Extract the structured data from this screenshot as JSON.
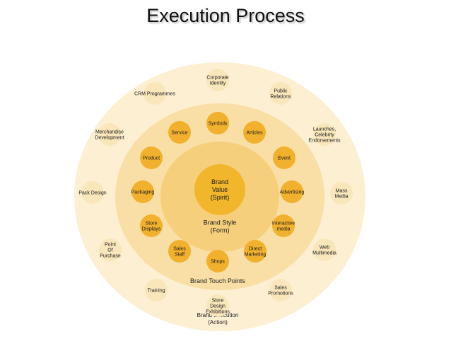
{
  "title": "Execution Process",
  "colors": {
    "outer_ring": "#fcefd2",
    "middle_ring": "#f9dfa6",
    "inner_ring": "#f6cf7c",
    "center_fill": "#f2b62c",
    "node_outer": "#fae6bb",
    "node_mid": "#f1b02e",
    "node_inner": "#f1b02e",
    "text": "#1a1a1a"
  },
  "center": {
    "lines": [
      "Brand",
      "Value",
      "(Spirit)"
    ]
  },
  "inner_label": {
    "lines": [
      "Brand Style",
      "(Form)"
    ]
  },
  "middle_label": {
    "lines": [
      "Brand Touch Points"
    ]
  },
  "outer_label": {
    "lines": [
      "Brand Execution",
      "(Action)"
    ]
  },
  "middle_nodes": [
    {
      "id": "symbols",
      "lines": [
        "Symbols"
      ]
    },
    {
      "id": "articles",
      "lines": [
        "Articles"
      ]
    },
    {
      "id": "event",
      "lines": [
        "Event"
      ]
    },
    {
      "id": "advertising",
      "lines": [
        "Advertising"
      ]
    },
    {
      "id": "interactive-media",
      "lines": [
        "Interactive",
        "media"
      ]
    },
    {
      "id": "direct-marketing",
      "lines": [
        "Direct",
        "Marketing"
      ]
    },
    {
      "id": "shops",
      "lines": [
        "Shops"
      ]
    },
    {
      "id": "sales-staff",
      "lines": [
        "Sales",
        "Staff"
      ]
    },
    {
      "id": "store-displays",
      "lines": [
        "Store",
        "Displays"
      ]
    },
    {
      "id": "packaging",
      "lines": [
        "Packaging"
      ]
    },
    {
      "id": "product",
      "lines": [
        "Product"
      ]
    },
    {
      "id": "service",
      "lines": [
        "Service"
      ]
    }
  ],
  "outer_nodes": [
    {
      "id": "corporate-identity",
      "lines": [
        "Corporate",
        "Identity"
      ]
    },
    {
      "id": "public-relations",
      "lines": [
        "Public",
        "Relations"
      ]
    },
    {
      "id": "launches",
      "lines": [
        "Launches,",
        "Celebrity",
        "Endorsements"
      ]
    },
    {
      "id": "mass-media",
      "lines": [
        "Mass",
        "Media"
      ]
    },
    {
      "id": "web-multimedia",
      "lines": [
        "Web",
        "Multimedia"
      ]
    },
    {
      "id": "sales-promotions",
      "lines": [
        "Sales",
        "Promotions"
      ]
    },
    {
      "id": "store-design-exhibitions",
      "lines": [
        "Store",
        "Design",
        "Exhibitions"
      ]
    },
    {
      "id": "training",
      "lines": [
        "Training"
      ]
    },
    {
      "id": "point-of-purchase",
      "lines": [
        "Point",
        "Of",
        "Purchase"
      ]
    },
    {
      "id": "pack-design",
      "lines": [
        "Pack Design"
      ]
    },
    {
      "id": "merchandise-development",
      "lines": [
        "Merchandise",
        "Development"
      ]
    },
    {
      "id": "crm-programmes",
      "lines": [
        "CRM Programmes"
      ]
    }
  ]
}
